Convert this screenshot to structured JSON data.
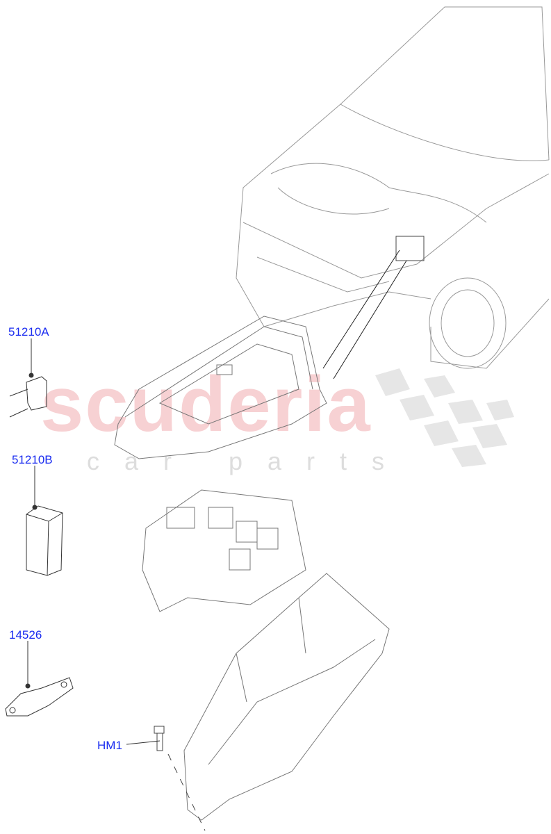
{
  "diagram": {
    "callouts": [
      {
        "id": "51210A",
        "label": "51210A"
      },
      {
        "id": "51210B",
        "label": "51210B"
      },
      {
        "id": "14526",
        "label": "14526"
      },
      {
        "id": "HM1",
        "label": "HM1"
      }
    ],
    "watermark": {
      "main": "scuderia",
      "sub": "car parts"
    },
    "colors": {
      "callout": "#1a2cf0",
      "lines": "#555555",
      "watermark": "#f6c9cc"
    }
  }
}
